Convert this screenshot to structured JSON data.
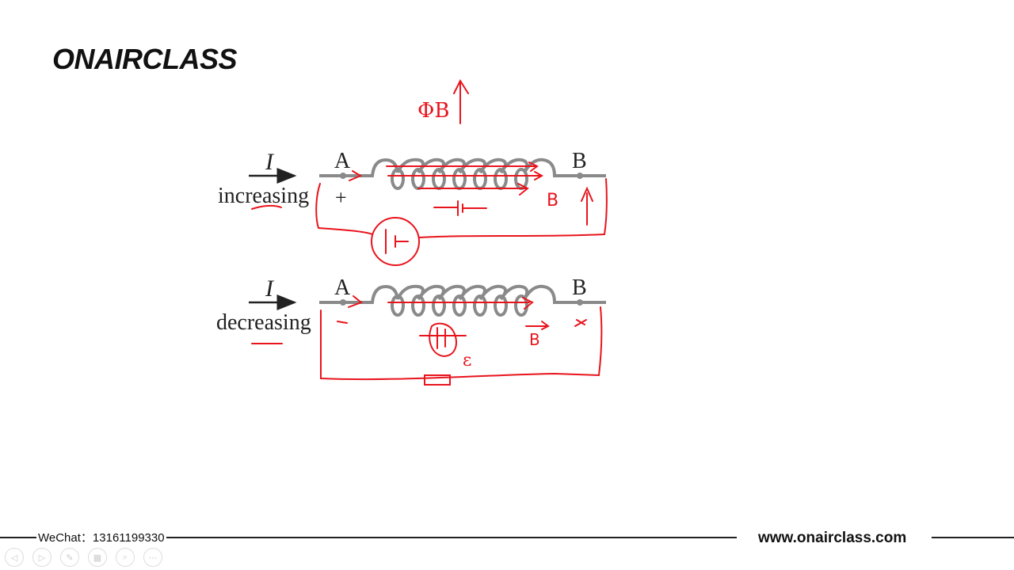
{
  "logo": "ONAIRCLASS",
  "diagram": {
    "top": {
      "current_label": "I",
      "state_label": "increasing",
      "terminal_a": "A",
      "terminal_b": "B",
      "plus": "+",
      "flux_label": "ΦB",
      "field_label": "B"
    },
    "bottom": {
      "current_label": "I",
      "state_label": "decreasing",
      "terminal_a": "A",
      "terminal_b": "B",
      "field_label": "B",
      "emf_label": "ε"
    },
    "wire_color": "#8a8a8a",
    "ink_color": "#e8141c"
  },
  "footer": {
    "wechat": "WeChat：13161199330",
    "website": "www.onairclass.com"
  },
  "controls": [
    {
      "icon": "previous-icon",
      "glyph": "◁"
    },
    {
      "icon": "next-icon",
      "glyph": "▷"
    },
    {
      "icon": "pen-icon",
      "glyph": "✎"
    },
    {
      "icon": "slides-icon",
      "glyph": "▦"
    },
    {
      "icon": "zoom-icon",
      "glyph": "⌕"
    },
    {
      "icon": "more-icon",
      "glyph": "⋯"
    }
  ]
}
